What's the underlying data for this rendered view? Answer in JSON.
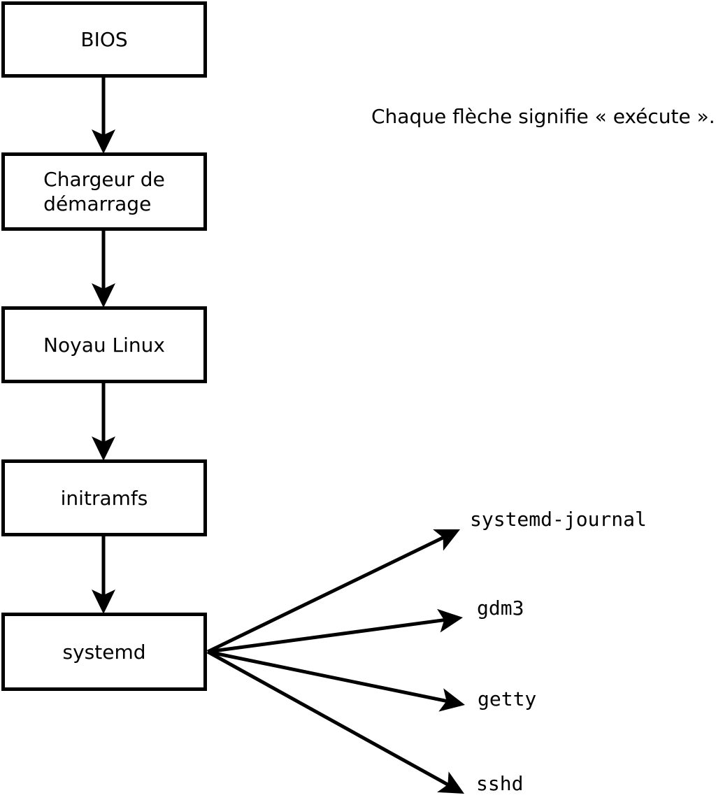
{
  "note": {
    "text": "Chaque flèche signifie « exécute »."
  },
  "nodes": {
    "bios": {
      "label": "BIOS"
    },
    "bootloader": {
      "line1": "Chargeur de",
      "line2": "démarrage"
    },
    "kernel": {
      "label": "Noyau Linux"
    },
    "initramfs": {
      "label": "initramfs"
    },
    "systemd": {
      "label": "systemd"
    }
  },
  "services": {
    "journal": {
      "label": "systemd-journal"
    },
    "gdm3": {
      "label": "gdm3"
    },
    "getty": {
      "label": "getty"
    },
    "sshd": {
      "label": "sshd"
    }
  },
  "colors": {
    "background": "#ffffff",
    "line": "#000000",
    "box_fill": "#ffffff",
    "text": "#000000"
  }
}
